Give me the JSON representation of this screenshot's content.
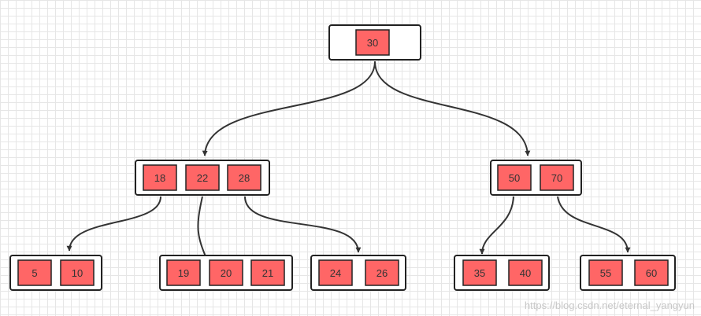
{
  "diagram": {
    "type": "b-tree",
    "nodes": [
      {
        "id": "root",
        "keys": [
          "30"
        ]
      },
      {
        "id": "left",
        "keys": [
          "18",
          "22",
          "28"
        ]
      },
      {
        "id": "right",
        "keys": [
          "50",
          "70"
        ]
      },
      {
        "id": "leaf-1",
        "keys": [
          "5",
          "10"
        ]
      },
      {
        "id": "leaf-2",
        "keys": [
          "19",
          "20",
          "21"
        ]
      },
      {
        "id": "leaf-3",
        "keys": [
          "24",
          "26"
        ]
      },
      {
        "id": "leaf-4",
        "keys": [
          "35",
          "40"
        ]
      },
      {
        "id": "leaf-5",
        "keys": [
          "55",
          "60"
        ]
      }
    ],
    "edges": [
      {
        "from": "root",
        "to": "left"
      },
      {
        "from": "root",
        "to": "right"
      },
      {
        "from": "left",
        "to": "leaf-1"
      },
      {
        "from": "left",
        "to": "leaf-2"
      },
      {
        "from": "left",
        "to": "leaf-3"
      },
      {
        "from": "right",
        "to": "leaf-4"
      },
      {
        "from": "right",
        "to": "leaf-5"
      }
    ]
  },
  "watermark": "https://blog.csdn.net/eternal_yangyun",
  "colors": {
    "key_fill": "#ff6666",
    "border": "#222222",
    "grid": "#e6e6e6",
    "background": "#ffffff"
  }
}
